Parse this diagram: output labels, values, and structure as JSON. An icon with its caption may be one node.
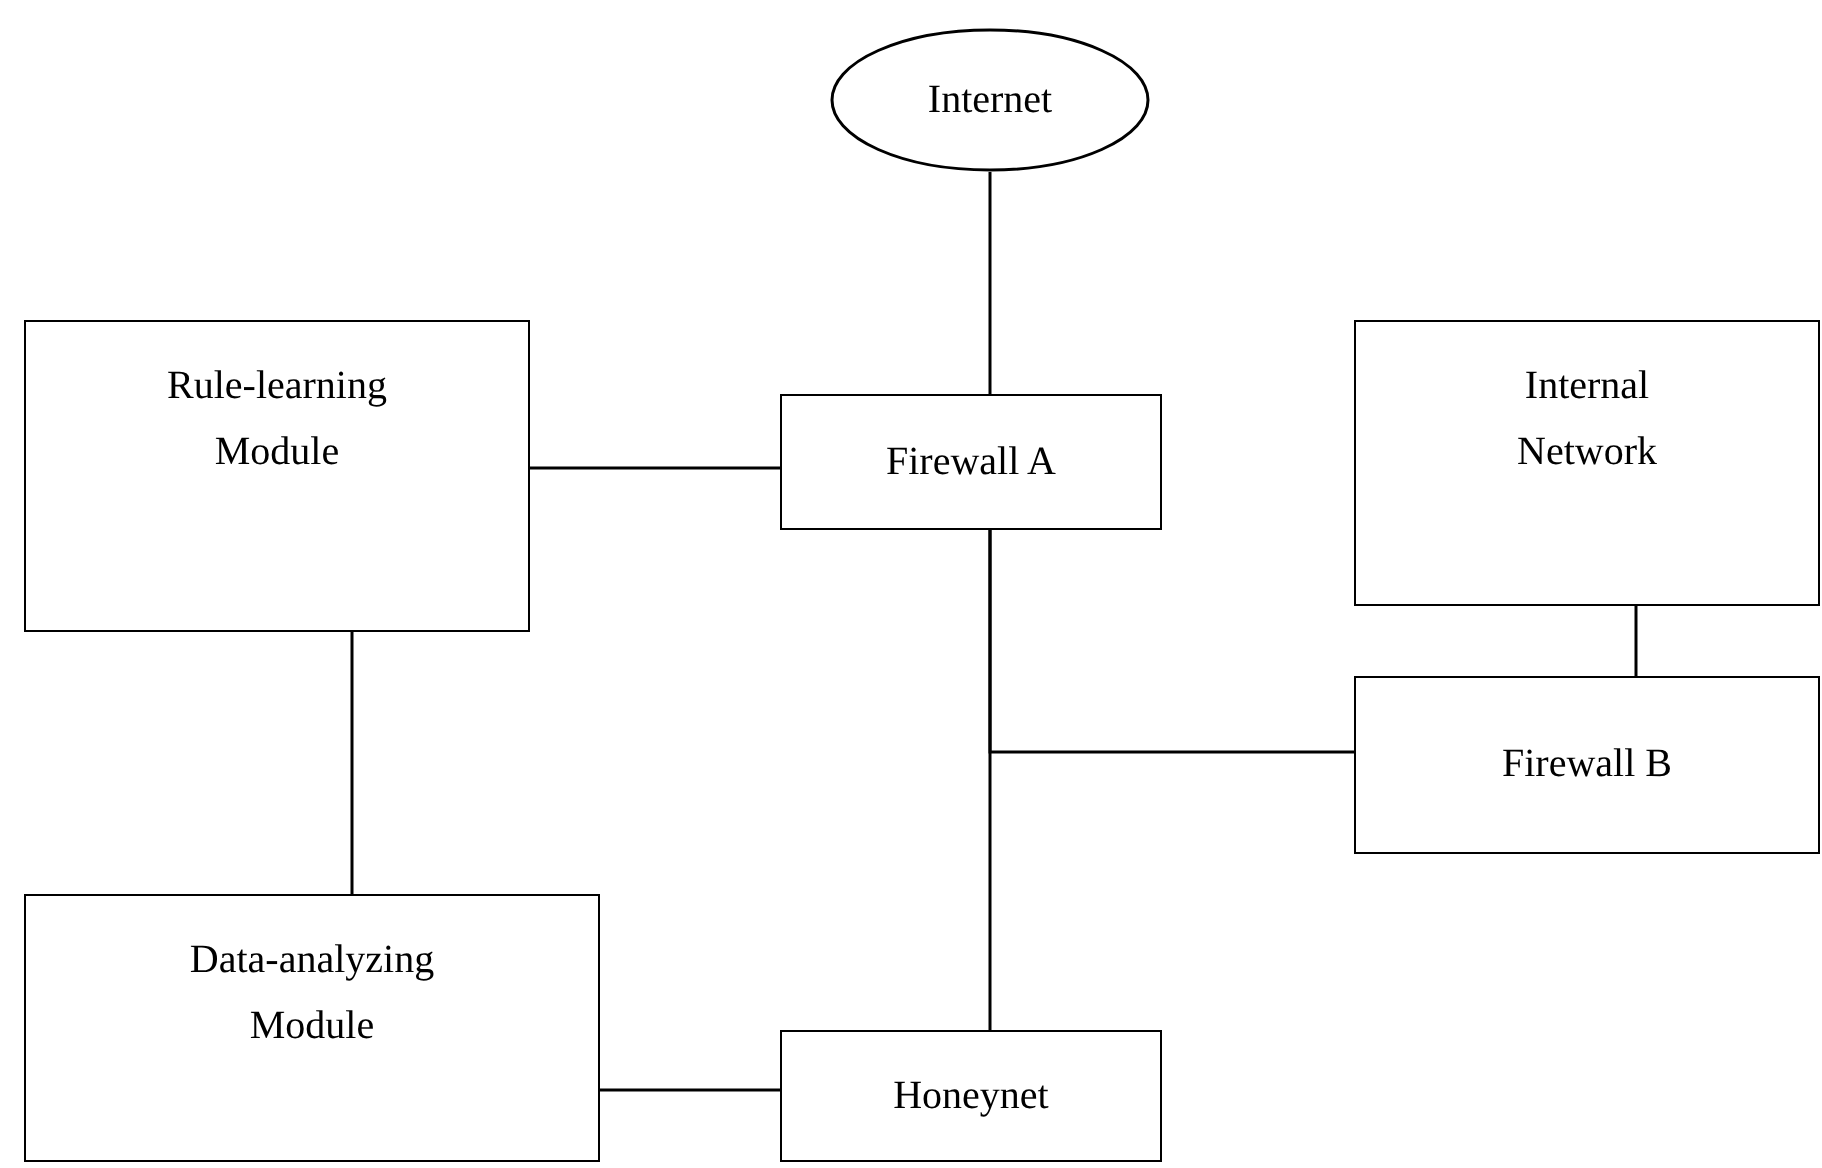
{
  "diagram": {
    "nodes": [
      {
        "text": [
          "Internet"
        ]
      },
      {
        "text": [
          "Rule-learning Module"
        ]
      },
      {
        "text": [
          "Firewall A"
        ]
      },
      {
        "text": [
          "Internal Network"
        ]
      },
      {
        "text": [
          "Firewall B"
        ]
      },
      {
        "text": [
          "Data-analyzing Module"
        ]
      },
      {
        "text": [
          "Honeynet"
        ]
      }
    ],
    "edges": [
      {
        "from": 0,
        "to": 2,
        "arrow": "none"
      },
      {
        "from": 1,
        "to": 2,
        "arrow": "none"
      },
      {
        "from": 1,
        "to": 5,
        "arrow": "none"
      },
      {
        "from": 2,
        "to": 6,
        "arrow": "none"
      },
      {
        "from": 2,
        "to": 4,
        "arrow": "none"
      },
      {
        "from": 3,
        "to": 4,
        "arrow": "none"
      },
      {
        "from": 5,
        "to": 6,
        "arrow": "none"
      }
    ]
  }
}
